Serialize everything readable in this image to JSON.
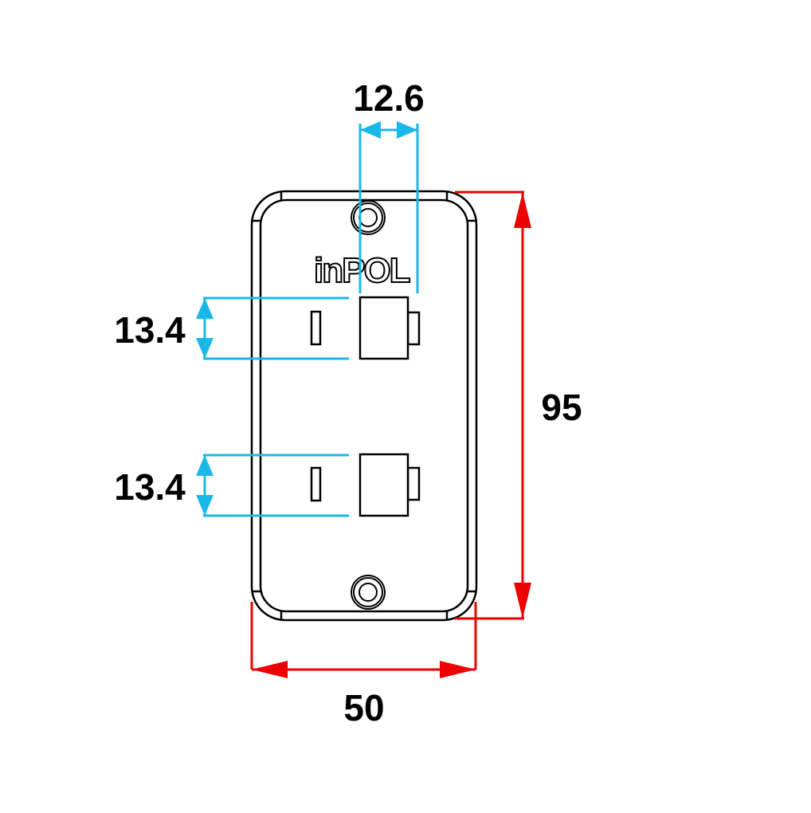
{
  "drawing": {
    "type": "dimensioned technical drawing",
    "subject": "double telephone jack wall plate",
    "brand_logo": "inPOL",
    "colors": {
      "outline": "#000000",
      "overall_dimension": "#ee0000",
      "detail_dimension": "#1ab8e8",
      "background": "#ffffff"
    },
    "units": "mm"
  },
  "dimensions": {
    "jack_width": {
      "label": "12.6",
      "orientation": "horizontal",
      "color": "cyan"
    },
    "jack_height_top": {
      "label": "13.4",
      "orientation": "vertical",
      "color": "cyan"
    },
    "jack_height_bottom": {
      "label": "13.4",
      "orientation": "vertical",
      "color": "cyan"
    },
    "plate_height": {
      "label": "95",
      "orientation": "vertical",
      "color": "red"
    },
    "plate_width": {
      "label": "50",
      "orientation": "horizontal",
      "color": "red"
    }
  },
  "parts": {
    "screw_holes": 2,
    "jacks": 2,
    "slots": 2
  }
}
